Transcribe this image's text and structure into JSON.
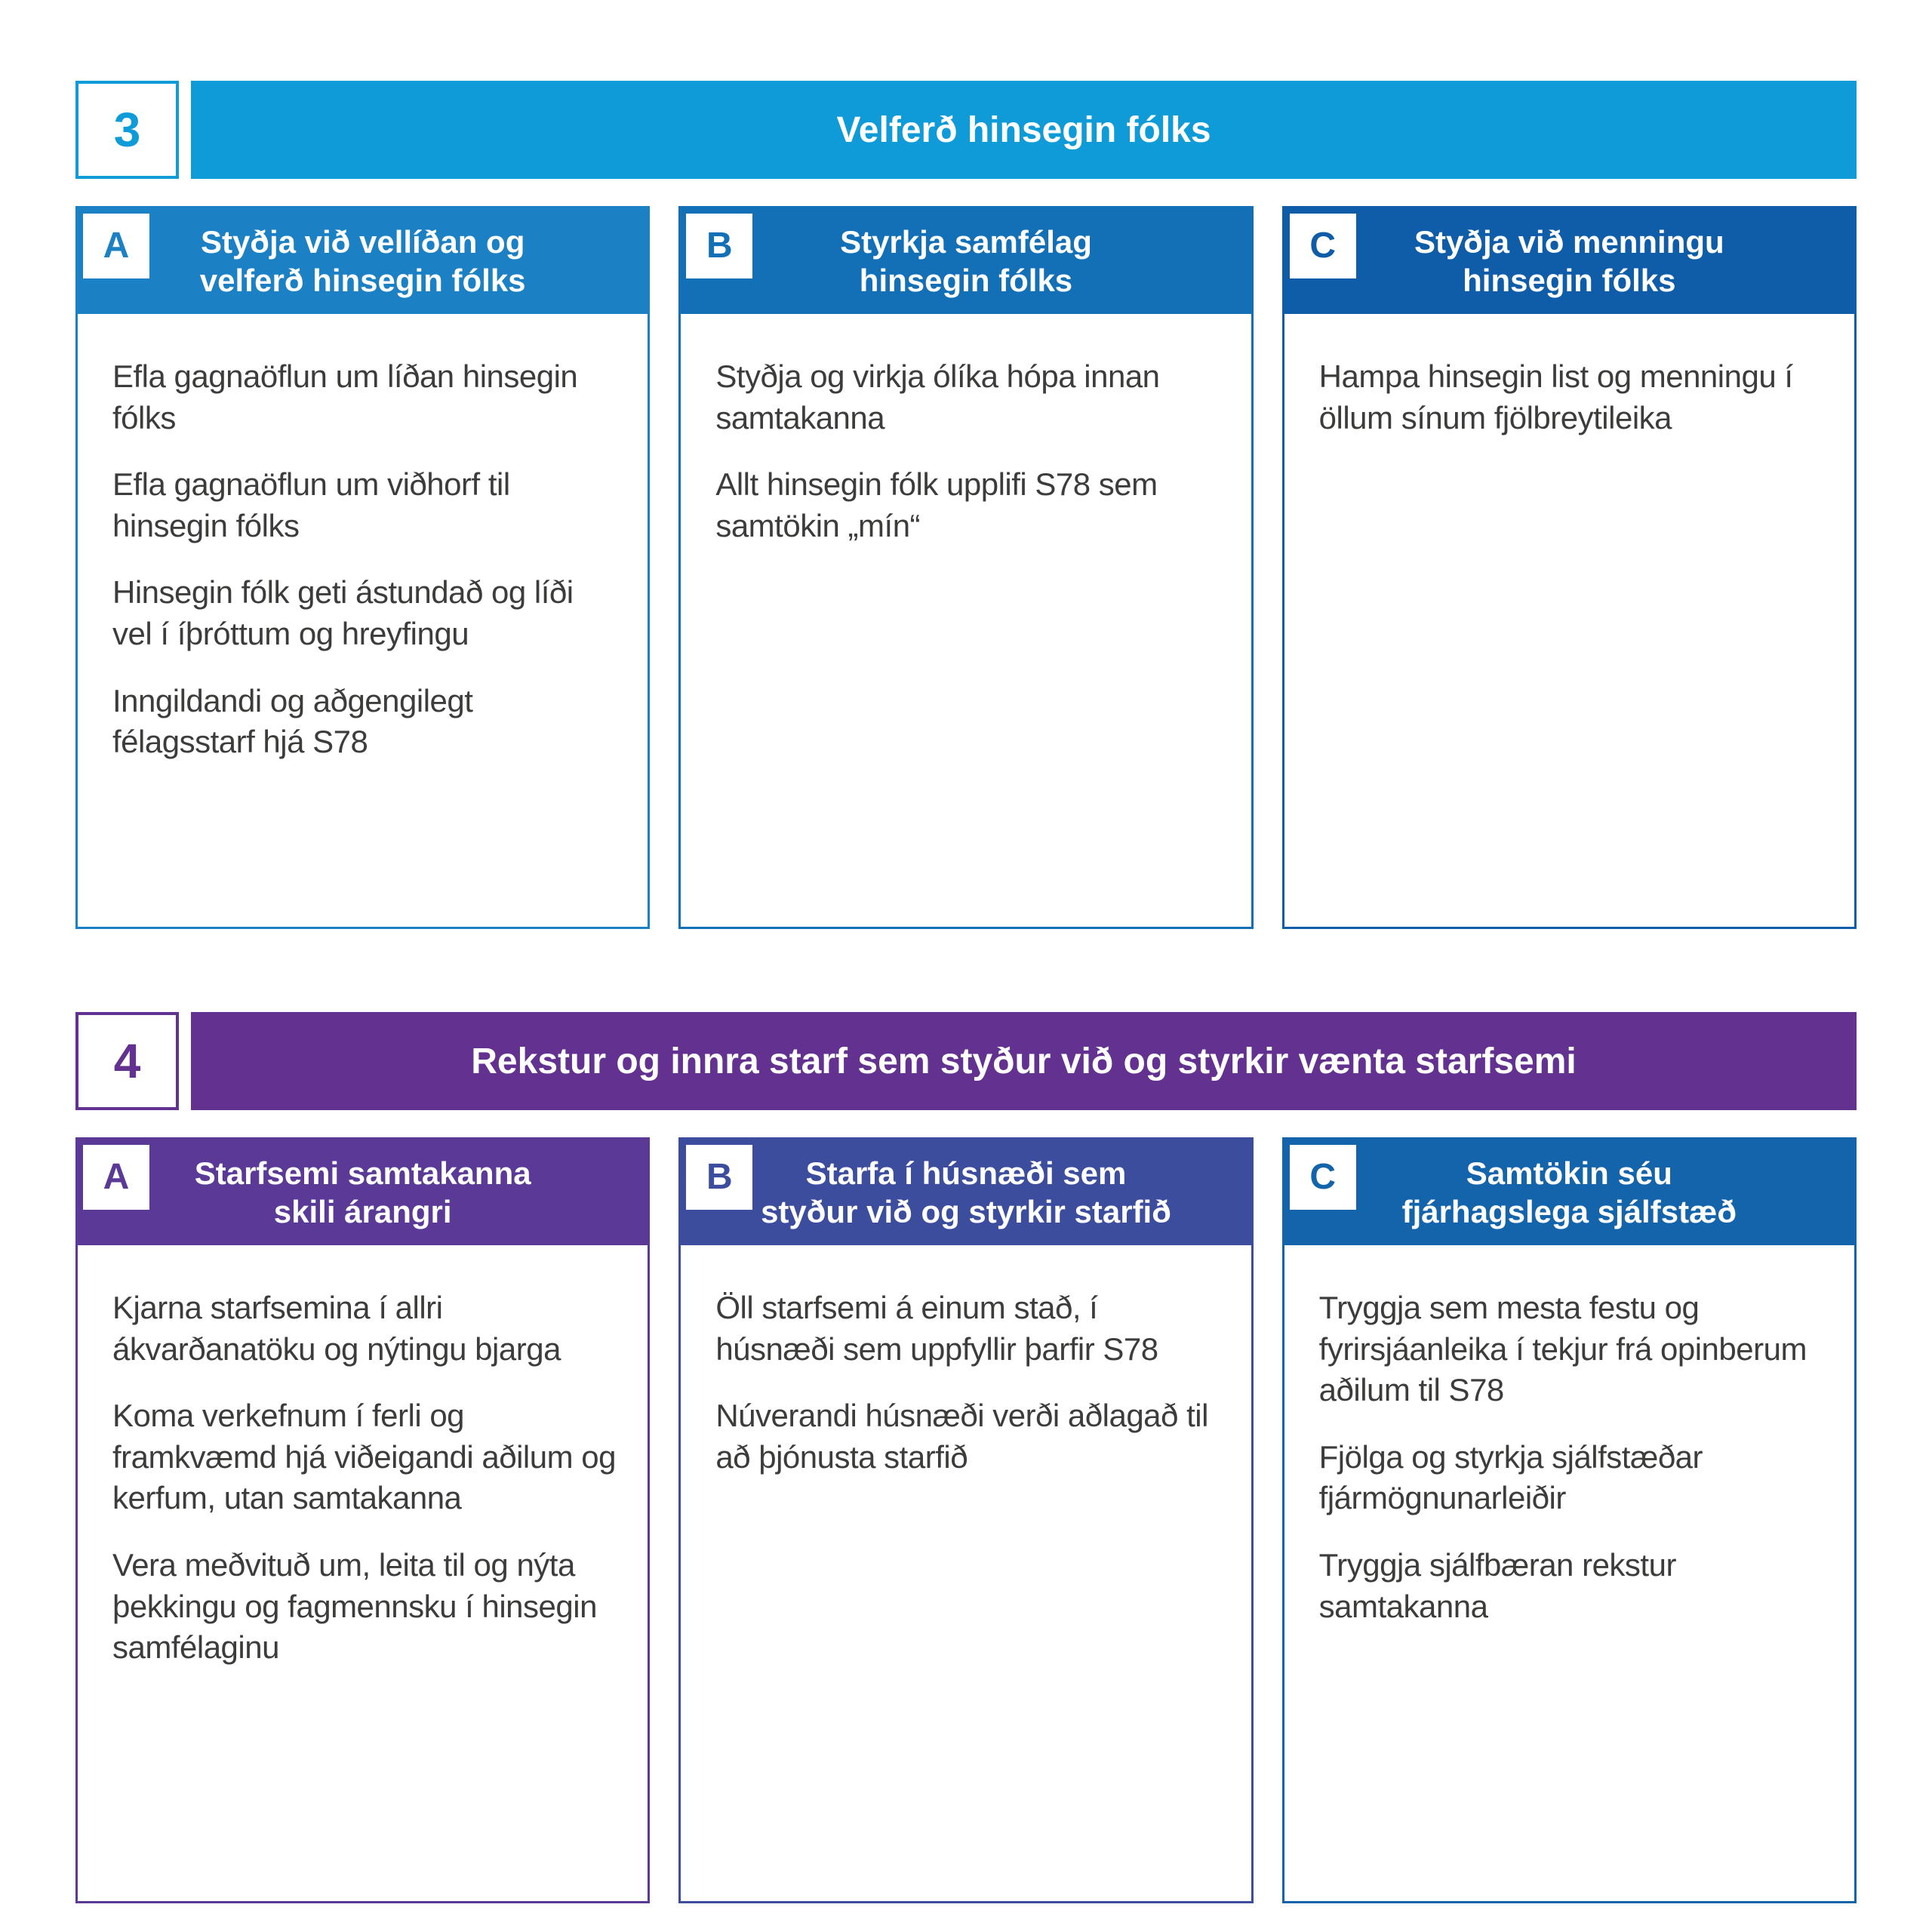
{
  "sections": [
    {
      "number": "3",
      "title": "Velferð hinsegin fólks",
      "accent": "#0f9bd8",
      "cards": [
        {
          "letter": "A",
          "color": "#1b80c4",
          "title": "Styðja við vellíðan og\nvelferð hinsegin fólks",
          "items": [
            "Efla gagnaöflun um líðan hinsegin fólks",
            "Efla gagnaöflun um viðhorf til hinsegin fólks",
            "Hinsegin fólk geti ástundað og líði vel í íþróttum og hreyfingu",
            "Inngildandi og aðgengilegt félagsstarf hjá S78"
          ]
        },
        {
          "letter": "B",
          "color": "#1470b6",
          "title": "Styrkja samfélag\nhinsegin fólks",
          "items": [
            "Styðja og virkja ólíka hópa innan samtakanna",
            "Allt hinsegin fólk upplifi S78 sem samtökin „mín“"
          ]
        },
        {
          "letter": "C",
          "color": "#0f5da8",
          "title": "Styðja við menningu\nhinsegin fólks",
          "items": [
            "Hampa hinsegin list og menningu í öllum sínum fjölbreytileika"
          ]
        }
      ]
    },
    {
      "number": "4",
      "title": "Rekstur og innra starf sem styður við og styrkir vænta starfsemi",
      "accent": "#63318f",
      "cards": [
        {
          "letter": "A",
          "color": "#5a3a96",
          "title": "Starfsemi samtakanna\nskili árangri",
          "items": [
            "Kjarna starfsemina í allri ákvarðanatöku og nýtingu bjarga",
            "Koma verkefnum í ferli og framkvæmd hjá viðeigandi aðilum og kerfum, utan samtakanna",
            "Vera meðvituð um, leita til og nýta þekkingu og fagmennsku í hinsegin samfélaginu"
          ]
        },
        {
          "letter": "B",
          "color": "#3c4d9e",
          "title": "Starfa í húsnæði sem\nstyður við og styrkir starfið",
          "items": [
            "Öll starfsemi á einum stað, í húsnæði sem uppfyllir þarfir S78",
            "Núverandi húsnæði verði aðlagað til að þjónusta starfið"
          ]
        },
        {
          "letter": "C",
          "color": "#1464ac",
          "title": "Samtökin séu\nfjárhagslega sjálfstæð",
          "items": [
            "Tryggja sem mesta festu og fyrirsjáanleika í tekjur frá opinberum aðilum til S78",
            "Fjölga og styrkja sjálfstæðar fjármögnunarleiðir",
            "Tryggja sjálfbæran rekstur samtakanna"
          ]
        }
      ]
    }
  ]
}
